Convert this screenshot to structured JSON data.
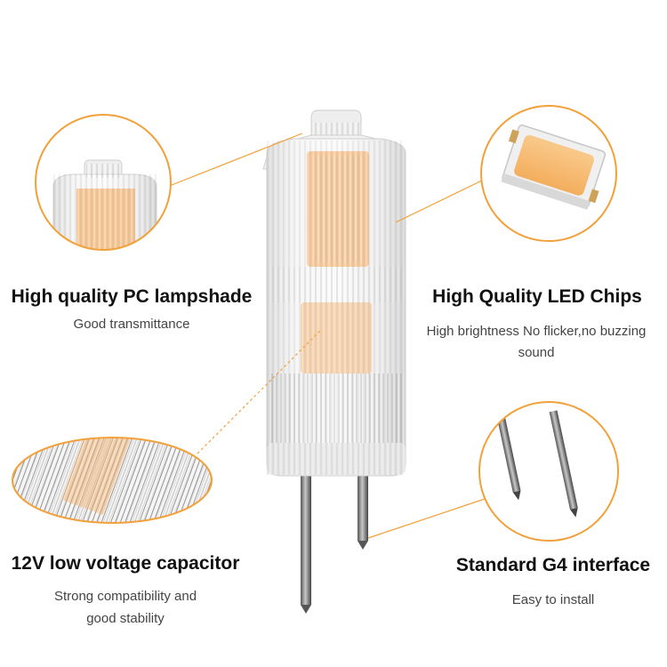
{
  "features": {
    "lampshade": {
      "title": "High quality PC lampshade",
      "desc": "Good transmittance"
    },
    "led_chips": {
      "title": "High Quality LED Chips",
      "desc_line1": "High brightness No flicker,no buzzing",
      "desc_line2": "sound"
    },
    "capacitor": {
      "title": "12V low voltage capacitor",
      "desc_line1": "Strong compatibility and",
      "desc_line2": "good stability"
    },
    "interface": {
      "title": "Standard G4 interface",
      "desc": "Easy to install"
    }
  },
  "colors": {
    "accent": "#f2a13a",
    "led_glow": "#f6b774",
    "text": "#111111",
    "subtext": "#444444"
  }
}
